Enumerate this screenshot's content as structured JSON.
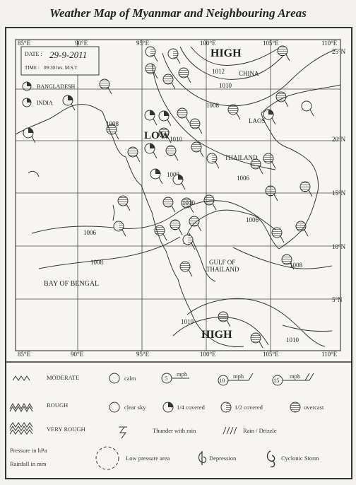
{
  "title": "Weather Map of Myanmar and Neighbouring Areas",
  "map": {
    "date_label": "DATE :",
    "date_value": "29-9-2011",
    "time_label": "TIME :",
    "time_value": "09:30 hrs. M.S.T",
    "key_bangladesh": "BANGLADESH",
    "key_india": "INDIA",
    "top_lon_labels": [
      "85°E",
      "90°E",
      "95°E",
      "100°E",
      "105°E",
      "110°E"
    ],
    "bottom_lon_labels": [
      "85°E",
      "90°E",
      "95°E",
      "100°E",
      "105°E",
      "110°E"
    ],
    "lat_labels": [
      "25°N",
      "20°N",
      "15°N",
      "10°N",
      "5°N"
    ],
    "place_labels": {
      "china": "CHINA",
      "laos": "LAOS",
      "thailand": "THAILAND",
      "gulf": "GULF OF",
      "gulf2": "THAILAND",
      "bay": "BAY OF BENGAL"
    },
    "pressure_labels": [
      "HIGH",
      "LOW",
      "HIGH"
    ],
    "isobar_labels": [
      "1012",
      "1010",
      "1008",
      "1006",
      "1008",
      "1006",
      "1006",
      "1008",
      "1008",
      "1008",
      "1010",
      "1010",
      "1010",
      "1010"
    ]
  },
  "legend": {
    "moderate": "MODERATE",
    "rough": "ROUGH",
    "very_rough": "VERY ROUGH",
    "calm": "calm",
    "clear_sky": "clear sky",
    "quarter": "1/4 covered",
    "half": "1/2 covered",
    "overcast": "overcast",
    "thunder": "Thunder with rain",
    "rain": "Rain / Drizzle",
    "pressure_unit": "Pressure in hPa",
    "rain_unit": "Rainfall in mm",
    "low_area": "Low pressure area",
    "depression": "Depression",
    "cyclonic": "Cyclonic Storm",
    "wind5": "5",
    "wind10": "10",
    "wind15": "15",
    "knot": "mph"
  }
}
